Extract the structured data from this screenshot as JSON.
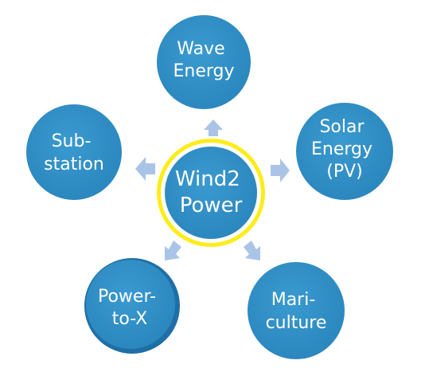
{
  "diagram": {
    "colors": {
      "node_fill": "#2e8fc4",
      "node_fill_dark": "#1f6fa6",
      "center_ring": "#ffec1a",
      "arrow_fill": "#a9c4e6",
      "text": "#ffffff"
    },
    "center": {
      "lines": [
        "Wind2",
        "Power"
      ]
    },
    "nodes": [
      {
        "id": "wave-energy",
        "lines": [
          "Wave",
          "Energy"
        ]
      },
      {
        "id": "solar-energy",
        "lines": [
          "Solar",
          "Energy",
          "(PV)"
        ]
      },
      {
        "id": "mariculture",
        "lines": [
          "Mari-",
          "culture"
        ]
      },
      {
        "id": "power-to-x",
        "lines": [
          "Power-",
          "to-X"
        ]
      },
      {
        "id": "substation",
        "lines": [
          "Sub-",
          "station"
        ]
      }
    ]
  }
}
